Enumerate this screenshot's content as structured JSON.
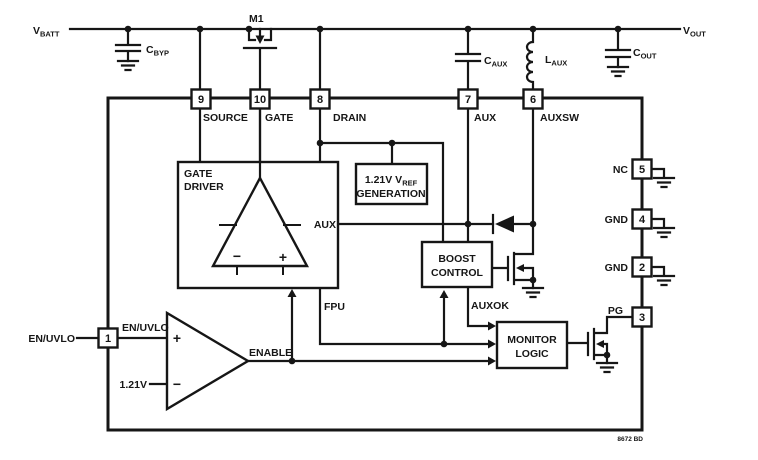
{
  "colors": {
    "ink": "#161616",
    "background": "#ffffff",
    "figure_tag": "#7b3a34"
  },
  "top_rail": {
    "vbatt": {
      "base": "V",
      "sub": "BATT"
    },
    "vout": {
      "base": "V",
      "sub": "OUT"
    },
    "cbyp": {
      "base": "C",
      "sub": "BYP"
    },
    "caux": {
      "base": "C",
      "sub": "AUX"
    },
    "laux": {
      "base": "L",
      "sub": "AUX"
    },
    "cout": {
      "base": "C",
      "sub": "OUT"
    },
    "m1": "M1"
  },
  "pins": {
    "p9": {
      "num": "9",
      "label": "SOURCE"
    },
    "p10": {
      "num": "10",
      "label": "GATE"
    },
    "p8": {
      "num": "8",
      "label": "DRAIN"
    },
    "p7": {
      "num": "7",
      "label": "AUX"
    },
    "p6": {
      "num": "6",
      "label": "AUXSW"
    },
    "p5": {
      "num": "5",
      "label": "NC"
    },
    "p4": {
      "num": "4",
      "label": "GND"
    },
    "p2": {
      "num": "2",
      "label": "GND"
    },
    "p3": {
      "num": "3",
      "label": "PG"
    },
    "p1": {
      "num": "1",
      "label": "EN/UVLO"
    }
  },
  "blocks": {
    "gate_driver": {
      "line1": "GATE",
      "line2": "DRIVER"
    },
    "vref_gen": {
      "line1_base": "1.21V V",
      "line1_sub": "REF",
      "line2": "GENERATION"
    },
    "boost": {
      "line1": "BOOST",
      "line2": "CONTROL"
    },
    "monitor": {
      "line1": "MONITOR",
      "line2": "LOGIC"
    }
  },
  "signals": {
    "aux": "AUX",
    "fpu": "FPU",
    "auxok": "AUXOK",
    "enable": "ENABLE",
    "en_uvlo_internal": "EN/UVLO",
    "vref": "1.21V",
    "plus": "+",
    "minus": "−"
  },
  "figure_tag": "8672 BD"
}
